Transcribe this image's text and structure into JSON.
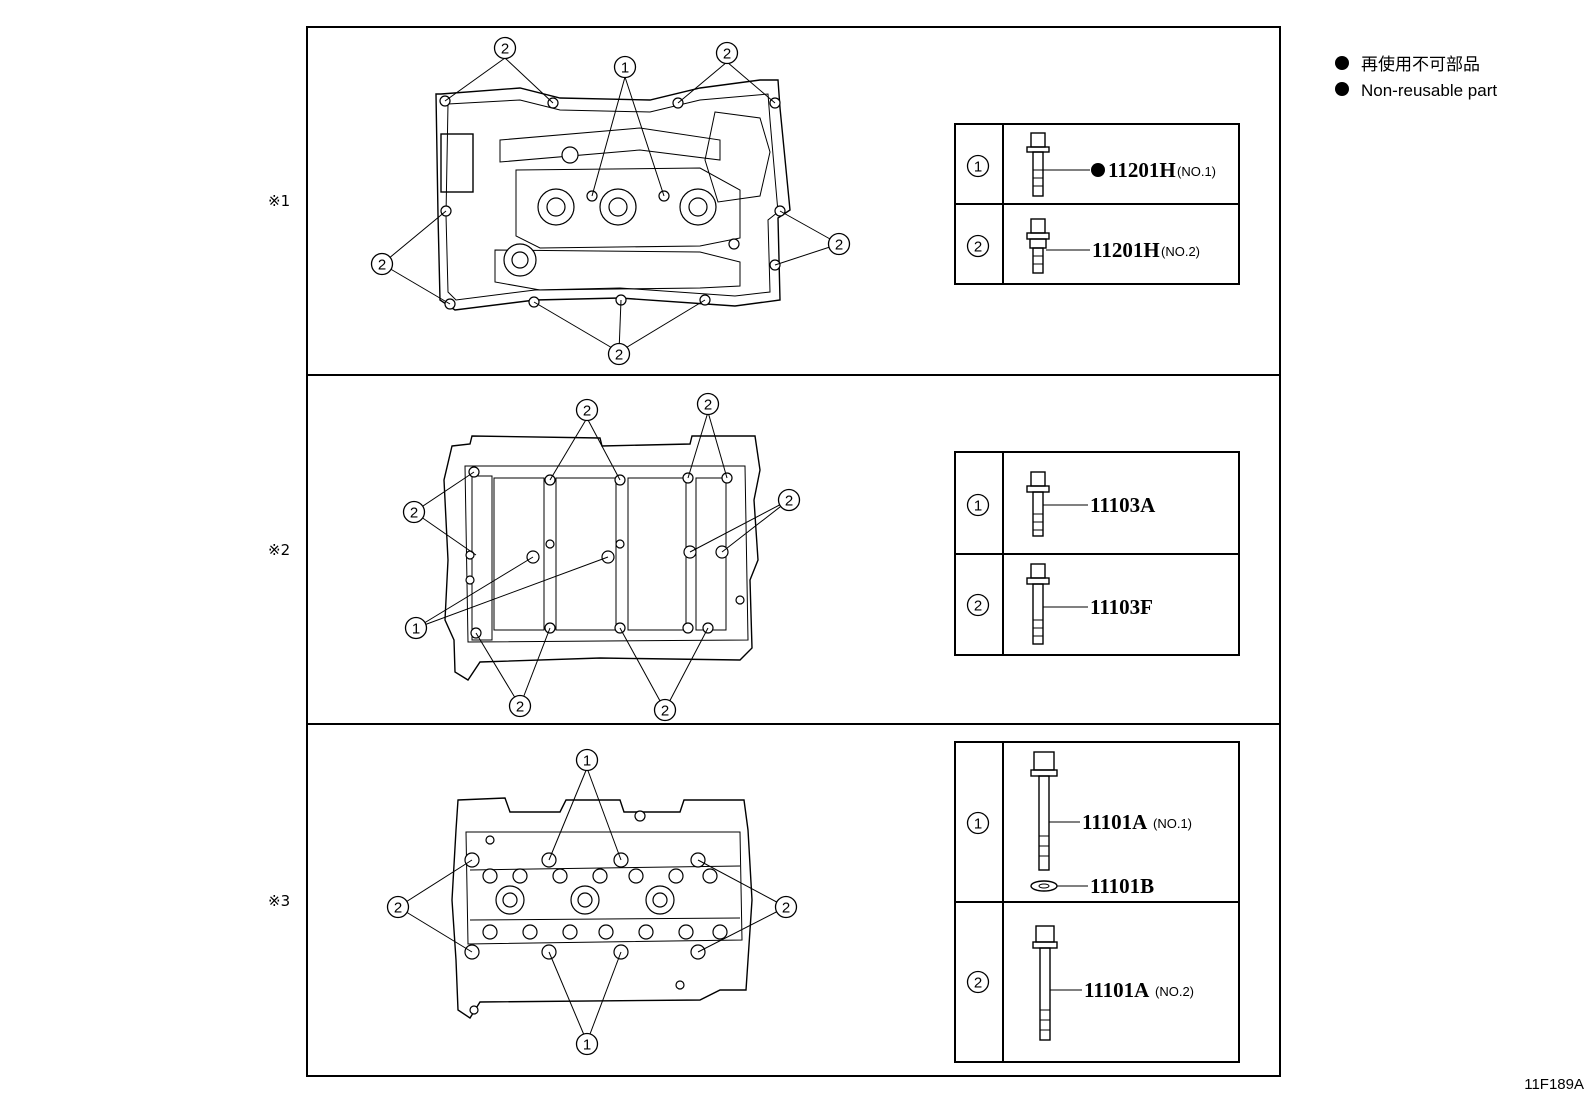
{
  "legend": {
    "ja": "再使用不可部品",
    "en": "Non-reusable part"
  },
  "figure_code": "11F189A",
  "callouts": {
    "one": "1",
    "two": "2"
  },
  "sections": [
    {
      "mark": "※1",
      "parts": [
        {
          "index": "1",
          "code": "11201H",
          "suffix": "(NO.1)"
        },
        {
          "index": "2",
          "code": "11201H",
          "suffix": "(NO.2)"
        }
      ]
    },
    {
      "mark": "※2",
      "parts": [
        {
          "index": "1",
          "code": "11103A",
          "suffix": ""
        },
        {
          "index": "2",
          "code": "11103F",
          "suffix": ""
        }
      ]
    },
    {
      "mark": "※3",
      "parts": [
        {
          "index": "1",
          "code": "11101A",
          "suffix": "(NO.1)"
        },
        {
          "index": "1",
          "code": "11101B",
          "suffix": ""
        },
        {
          "index": "2",
          "code": "11101A",
          "suffix": "(NO.2)"
        }
      ]
    }
  ]
}
